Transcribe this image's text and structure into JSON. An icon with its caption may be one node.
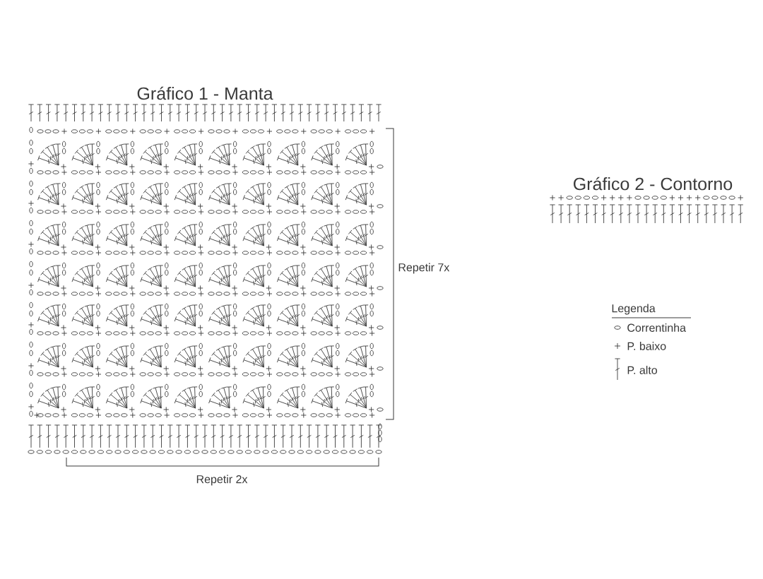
{
  "diagram": {
    "labels": [
      "Gráfico 1 - Manta",
      "Gráfico 2 - Contorno",
      "Repetir 7x",
      "Legenda",
      "Repetir 2x"
    ],
    "legend": [
      {
        "text": "Correntinha"
      },
      {
        "text": "P. baixo"
      },
      {
        "text": "P. alto"
      }
    ]
  }
}
